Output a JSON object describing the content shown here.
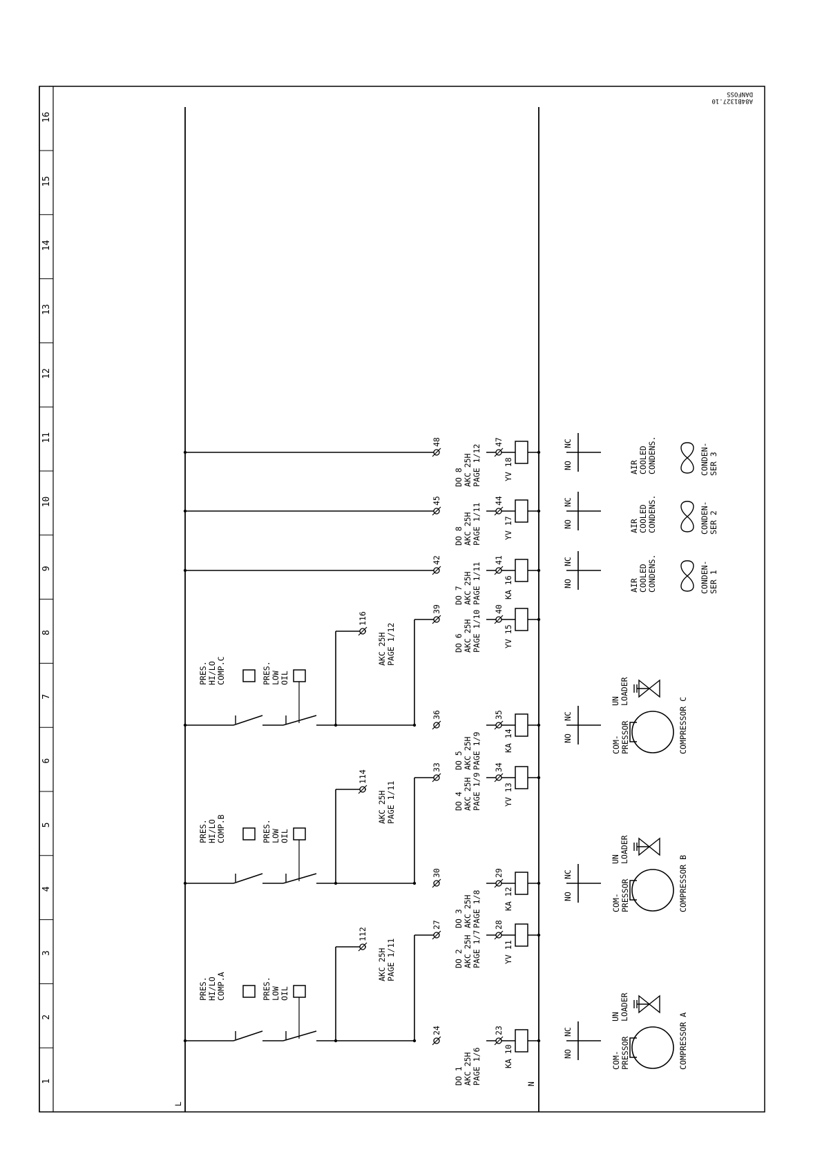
{
  "drawing": {
    "code_company": "DANFOSS",
    "code_number": "A84B1327.10",
    "rail_l": "L",
    "rail_n": "N"
  },
  "border_columns": [
    "1",
    "2",
    "3",
    "4",
    "5",
    "6",
    "7",
    "8",
    "9",
    "10",
    "11",
    "12",
    "13",
    "14",
    "15",
    "16"
  ],
  "compressors": [
    {
      "name": "COMPRESSOR A",
      "pres_hilo": [
        "PRES.",
        "HI/LO",
        "COMP.A"
      ],
      "pres_oil": [
        "PRES.",
        "LOW",
        "OIL"
      ],
      "aux_terminal": "112",
      "aux_ref": [
        "AKC 25H",
        "PAGE 1/11"
      ],
      "do_left": [
        "DO 1",
        "AKC 25H",
        "PAGE 1/6"
      ],
      "do_right": [
        "DO 2",
        "AKC 25H",
        "PAGE 1/7"
      ],
      "t_top_left": "24",
      "t_top_right": "27",
      "t_bot_left": "23",
      "t_bot_right": "28",
      "coil_left": "KA 10",
      "coil_right": "YV 11",
      "contact_no": "NO",
      "contact_nc": "NC",
      "compressor_label": [
        "COM-",
        "PRESSOR"
      ],
      "unloader_label": [
        "UN",
        "LOADER"
      ]
    },
    {
      "name": "COMPRESSOR B",
      "pres_hilo": [
        "PRES.",
        "HI/LO",
        "COMP.B"
      ],
      "pres_oil": [
        "PRES.",
        "LOW",
        "OIL"
      ],
      "aux_terminal": "114",
      "aux_ref": [
        "AKC 25H",
        "PAGE 1/11"
      ],
      "do_left": [
        "DO 3",
        "AKC 25H",
        "PAGE 1/8"
      ],
      "do_right": [
        "DO 4",
        "AKC 25H",
        "PAGE 1/9"
      ],
      "t_top_left": "30",
      "t_top_right": "33",
      "t_bot_left": "29",
      "t_bot_right": "34",
      "coil_left": "KA 12",
      "coil_right": "YV 13",
      "contact_no": "NO",
      "contact_nc": "NC",
      "compressor_label": [
        "COM-",
        "PRESSOR"
      ],
      "unloader_label": [
        "UN",
        "LOADER"
      ]
    },
    {
      "name": "COMPRESSOR C",
      "pres_hilo": [
        "PRES.",
        "HI/LO",
        "COMP.C"
      ],
      "pres_oil": [
        "PRES.",
        "LOW",
        "OIL"
      ],
      "aux_terminal": "116",
      "aux_ref": [
        "AKC 25H",
        "PAGE 1/12"
      ],
      "do_left": [
        "DO 5",
        "AKC 25H",
        "PAGE 1/9"
      ],
      "do_right": [
        "DO 6",
        "AKC 25H",
        "PAGE 1/10"
      ],
      "t_top_left": "36",
      "t_top_right": "39",
      "t_bot_left": "35",
      "t_bot_right": "40",
      "coil_left": "KA 14",
      "coil_right": "YV 15",
      "contact_no": "NO",
      "contact_nc": "NC",
      "compressor_label": [
        "COM-",
        "PRESSOR"
      ],
      "unloader_label": [
        "UN",
        "LOADER"
      ]
    }
  ],
  "condensers": [
    {
      "t_top": "42",
      "t_bot": "41",
      "do_ref": [
        "DO 7",
        "AKC 25H",
        "PAGE 1/11"
      ],
      "coil": "KA 16",
      "contact_no": "NO",
      "contact_nc": "NC",
      "air_label": [
        "AIR",
        "COOLED",
        "CONDENS."
      ],
      "fan_label": [
        "CONDEN-",
        "SER 1"
      ]
    },
    {
      "t_top": "45",
      "t_bot": "44",
      "do_ref": [
        "DO 8",
        "AKC 25H",
        "PAGE 1/11"
      ],
      "coil": "YV 17",
      "contact_no": "NO",
      "contact_nc": "NC",
      "air_label": [
        "AIR",
        "COOLED",
        "CONDENS."
      ],
      "fan_label": [
        "CONDEN-",
        "SER 2"
      ]
    },
    {
      "t_top": "48",
      "t_bot": "47",
      "do_ref": [
        "DO 8",
        "AKC 25H",
        "PAGE 1/12"
      ],
      "coil": "YV 18",
      "contact_no": "NO",
      "contact_nc": "NC",
      "air_label": [
        "AIR",
        "COOLED",
        "CONDENS."
      ],
      "fan_label": [
        "CONDEN-",
        "SER 3"
      ]
    }
  ]
}
